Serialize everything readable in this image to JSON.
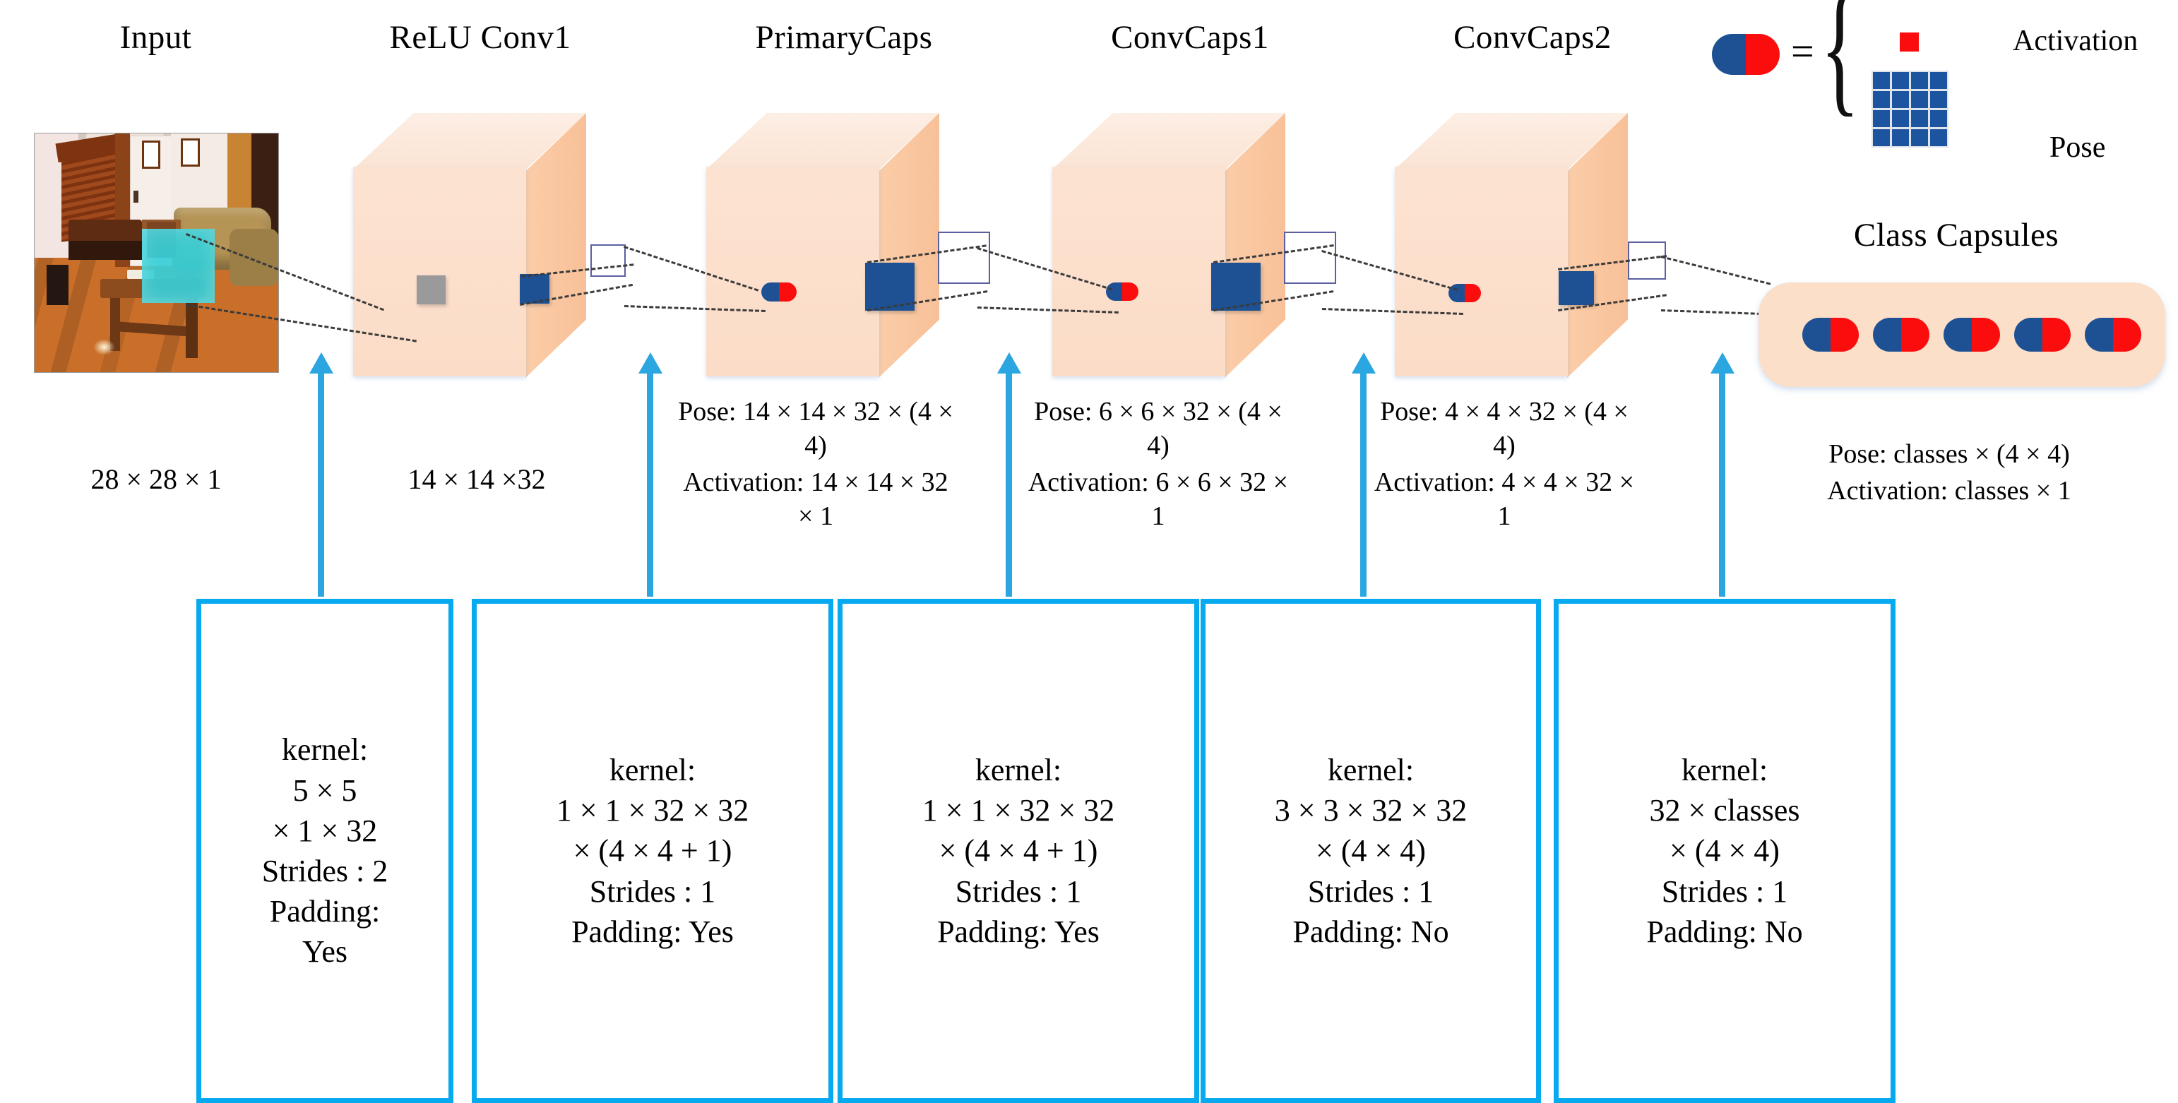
{
  "layers": [
    {
      "id": "input",
      "title": "Input",
      "dim": "28 × 28 × 1"
    },
    {
      "id": "relu_conv1",
      "title": "ReLU Conv1",
      "dim": "14 × 14 ×32"
    },
    {
      "id": "primarycaps",
      "title": "PrimaryCaps",
      "pose": "Pose: 14 × 14 × 32 × (4 × 4)",
      "activation": "Activation: 14 × 14 × 32 × 1"
    },
    {
      "id": "convcaps1",
      "title": "ConvCaps1",
      "pose": "Pose: 6 × 6 × 32 × (4 × 4)",
      "activation": "Activation: 6 × 6 × 32 × 1"
    },
    {
      "id": "convcaps2",
      "title": "ConvCaps2",
      "pose": "Pose: 4 × 4 × 32 × (4 × 4)",
      "activation": "Activation: 4 × 4 × 32 × 1"
    },
    {
      "id": "class_capsules",
      "title": "Class Capsules",
      "pose": "Pose: classes × (4 × 4)",
      "activation": "Activation: classes × 1"
    }
  ],
  "specs": {
    "primarycaps_pose": "Pose: 14 × 14 × 32 × (4 × 4)",
    "primarycaps_act": "Activation: 14 × 14 × 32 × 1",
    "convcaps1_pose": "Pose: 6 × 6 × 32 × (4 × 4)",
    "convcaps1_act": "Activation: 6 × 6 × 32 × 1",
    "convcaps2_pose": "Pose: 4 × 4 × 32 × (4 × 4)",
    "convcaps2_act": "Activation: 4 × 4 × 32 × 1",
    "classcaps_pose": "Pose: classes × (4 × 4)",
    "classcaps_act": "Activation: classes × 1"
  },
  "kernel_boxes": [
    {
      "id": "kbox-conv1",
      "lines": [
        "kernel:",
        "5 × 5",
        "× 1 × 32",
        "Strides : 2",
        "Padding:",
        "Yes"
      ]
    },
    {
      "id": "kbox-primarycaps",
      "lines": [
        "kernel:",
        "1 × 1 × 32 × 32",
        "× (4 × 4 + 1)",
        "Strides : 1",
        "Padding: Yes"
      ]
    },
    {
      "id": "kbox-convcaps1",
      "lines": [
        "kernel:",
        "1 × 1 × 32 × 32",
        "× (4 × 4 + 1)",
        "Strides : 1",
        "Padding: Yes"
      ]
    },
    {
      "id": "kbox-convcaps2",
      "lines": [
        "kernel:",
        "3 × 3 × 32 × 32",
        "× (4 × 4)",
        "Strides : 1",
        "Padding: No"
      ]
    },
    {
      "id": "kbox-classcaps",
      "lines": [
        "kernel:",
        "32 × classes",
        "× (4 × 4)",
        "Strides : 1",
        "Padding: No"
      ]
    }
  ],
  "legend": {
    "equals": "=",
    "activation_label": "Activation",
    "pose_label": "Pose",
    "activation_color": "#fb0d0d",
    "pose_color": "#1d54a0",
    "pose_grid_rows": 4,
    "pose_grid_cols": 4
  },
  "class_capsules": {
    "count": 5
  },
  "colors": {
    "cube_front": "#fce3d1",
    "cube_top": "#fdeee4",
    "cube_side": "#fbcda8",
    "arrow_blue": "#2ba6e0",
    "box_border": "#07a9ef",
    "capsule_blue": "#1d5193",
    "capsule_red": "#fb0d0d",
    "patch_gray": "#9a9a9a",
    "patch_teal": "#36cfd8"
  }
}
